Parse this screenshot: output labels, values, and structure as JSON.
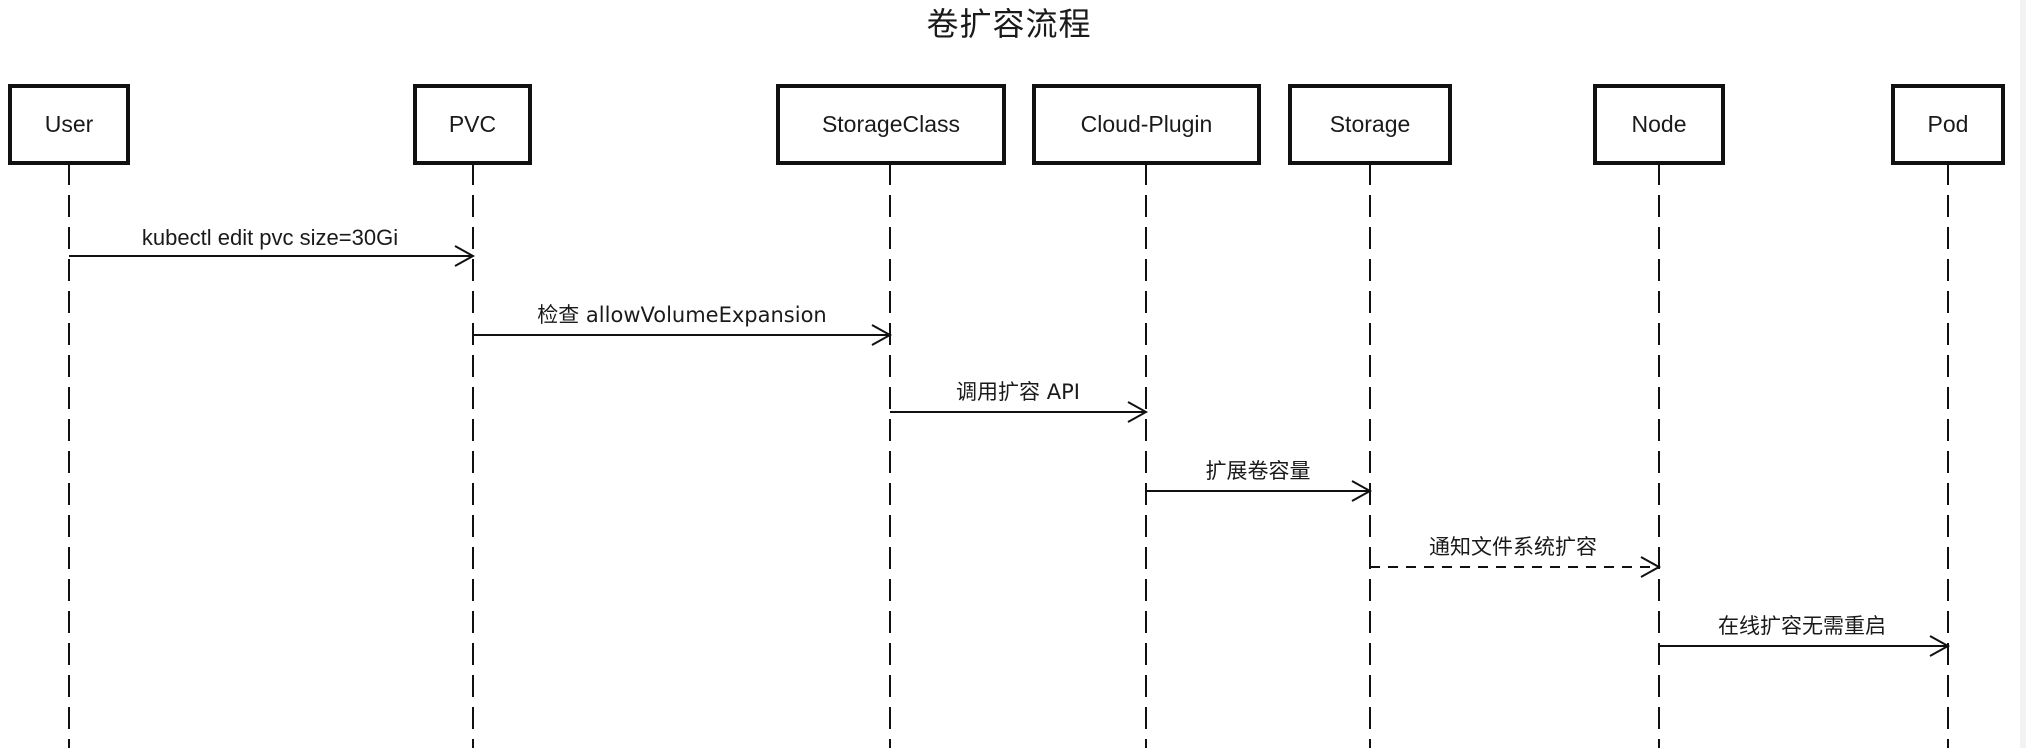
{
  "diagram": {
    "title": "卷扩容流程",
    "type": "sequence",
    "participants": [
      {
        "id": "user",
        "label": "User"
      },
      {
        "id": "pvc",
        "label": "PVC"
      },
      {
        "id": "storageclass",
        "label": "StorageClass"
      },
      {
        "id": "cloud-plugin",
        "label": "Cloud-Plugin"
      },
      {
        "id": "storage",
        "label": "Storage"
      },
      {
        "id": "node",
        "label": "Node"
      },
      {
        "id": "pod",
        "label": "Pod"
      }
    ],
    "messages": [
      {
        "from": "user",
        "to": "pvc",
        "label": "kubectl edit pvc size=30Gi",
        "style": "solid"
      },
      {
        "from": "pvc",
        "to": "storageclass",
        "label": "检查 allowVolumeExpansion",
        "style": "solid"
      },
      {
        "from": "storageclass",
        "to": "cloud-plugin",
        "label": "调用扩容 API",
        "style": "solid"
      },
      {
        "from": "cloud-plugin",
        "to": "storage",
        "label": "扩展卷容量",
        "style": "solid"
      },
      {
        "from": "storage",
        "to": "node",
        "label": "通知文件系统扩容",
        "style": "dashed"
      },
      {
        "from": "node",
        "to": "pod",
        "label": "在线扩容无需重启",
        "style": "solid"
      }
    ],
    "line_color": "#111111"
  }
}
